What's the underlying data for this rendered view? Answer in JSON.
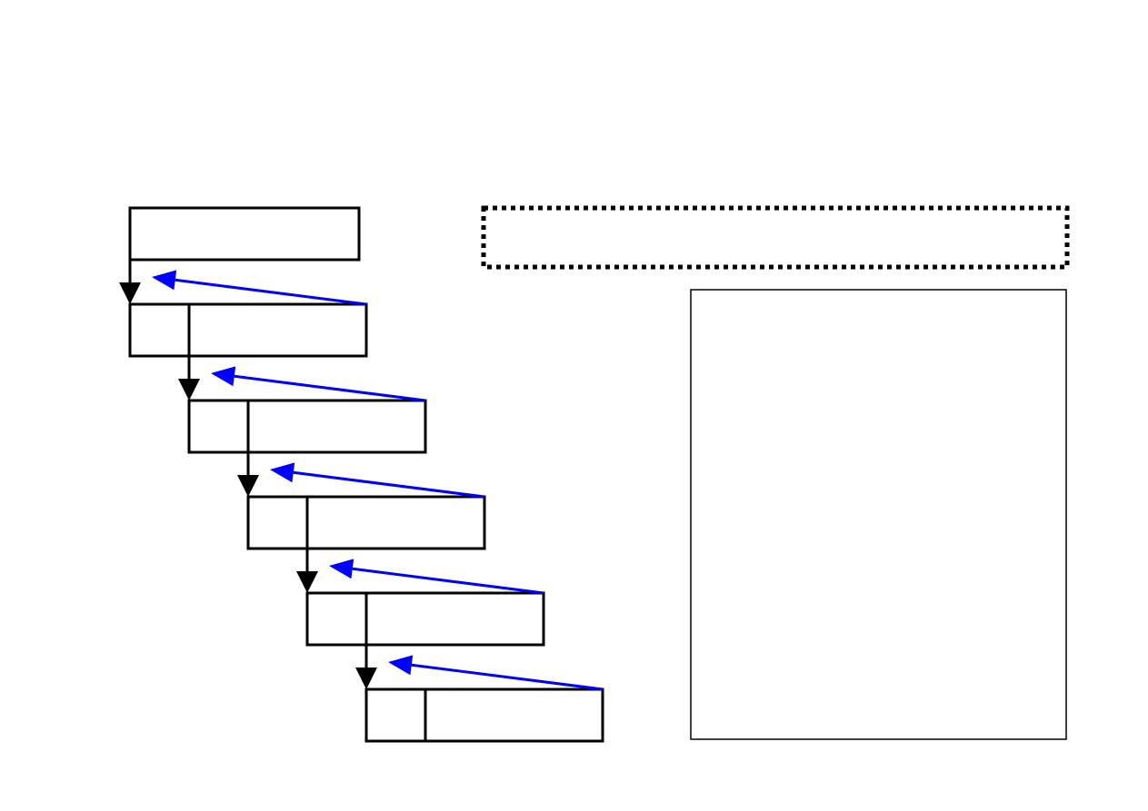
{
  "colors": {
    "background": "#ffffff",
    "box_stroke": "#000000",
    "flow_arrow": "#000000",
    "return_arrow": "#0000ff",
    "note_box_border": "#000000",
    "panel_border": "#000000"
  },
  "diagram": {
    "stage_count": 6,
    "stages": [
      {
        "id": "stage-1",
        "has_divider": false
      },
      {
        "id": "stage-2",
        "has_divider": true
      },
      {
        "id": "stage-3",
        "has_divider": true
      },
      {
        "id": "stage-4",
        "has_divider": true
      },
      {
        "id": "stage-5",
        "has_divider": true
      },
      {
        "id": "stage-6",
        "has_divider": true
      }
    ],
    "flow_arrows": 5,
    "return_arrows": 5,
    "note_box": {
      "style": "dotted",
      "text": ""
    },
    "side_panel": {
      "text": ""
    }
  }
}
